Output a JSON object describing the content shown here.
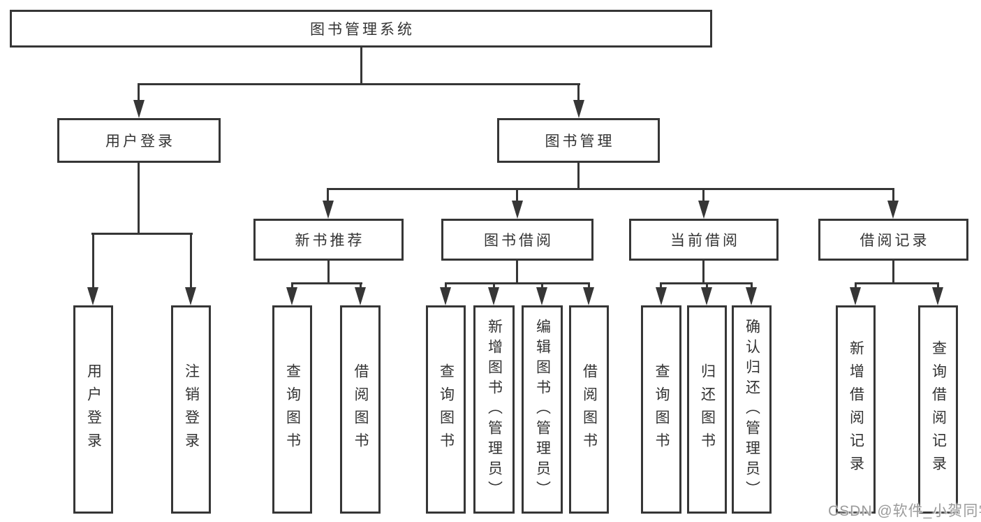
{
  "diagram": {
    "root": "图书管理系统",
    "branches": [
      {
        "label": "用户登录",
        "leaves": [
          "用户登录",
          "注销登录"
        ]
      },
      {
        "label": "图书管理",
        "sections": [
          {
            "label": "新书推荐",
            "leaves": [
              "查询图书",
              "借阅图书"
            ]
          },
          {
            "label": "图书借阅",
            "leaves": [
              "查询图书",
              "新增图书（管理员）",
              "编辑图书（管理员）",
              "借阅图书"
            ]
          },
          {
            "label": "当前借阅",
            "leaves": [
              "查询图书",
              "归还图书",
              "确认归还（管理员）"
            ]
          },
          {
            "label": "借阅记录",
            "leaves": [
              "新增借阅记录",
              "查询借阅记录"
            ]
          }
        ]
      }
    ]
  },
  "watermark": "CSDN @软件_小贺同学",
  "colors": {
    "line": "#363636",
    "text": "#333333",
    "watermark": "#9b9b9b",
    "background": "#ffffff"
  }
}
